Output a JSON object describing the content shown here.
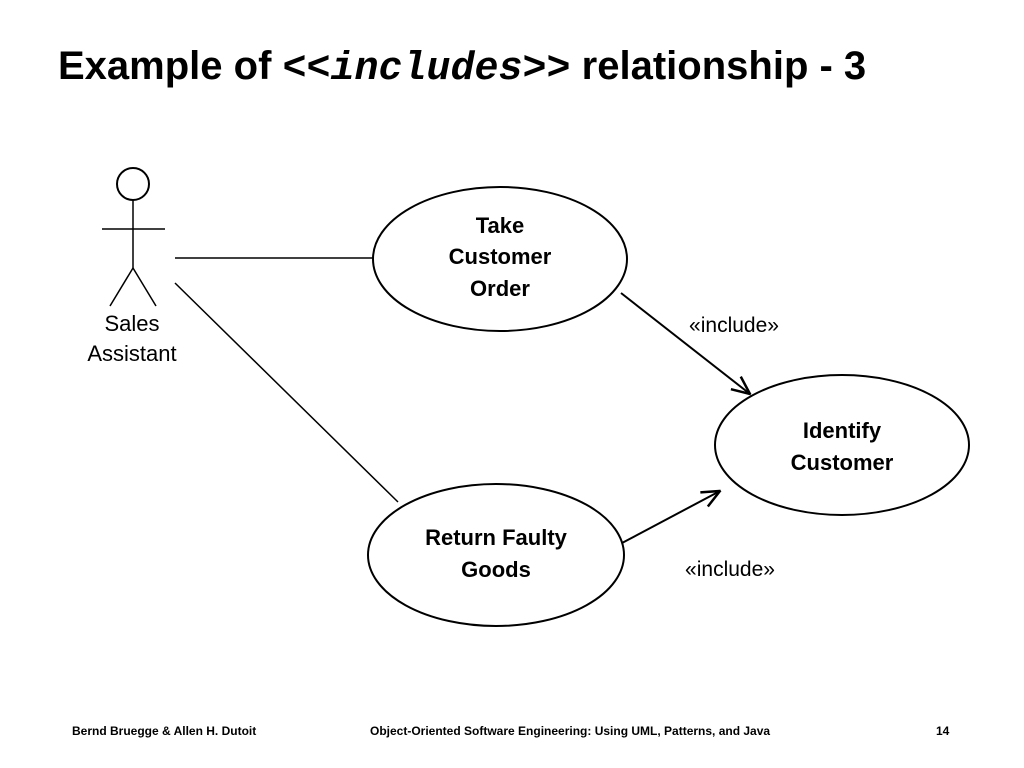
{
  "title": {
    "prefix": "Example of ",
    "code": "<<includes>>",
    "suffix": " relationship - 3"
  },
  "diagram": {
    "actor": {
      "line1": "Sales",
      "line2": "Assistant"
    },
    "use_cases": {
      "take_order": {
        "line1": "Take",
        "line2": "Customer",
        "line3": "Order"
      },
      "identify_customer": {
        "line1": "Identify",
        "line2": "Customer"
      },
      "return_goods": {
        "line1": "Return Faulty",
        "line2": "Goods"
      }
    },
    "relations": {
      "include_top": "«include»",
      "include_bottom": "«include»"
    }
  },
  "footer": {
    "authors": "Bernd Bruegge & Allen H. Dutoit",
    "book": "Object-Oriented Software Engineering: Using UML, Patterns, and Java",
    "page": "14"
  }
}
